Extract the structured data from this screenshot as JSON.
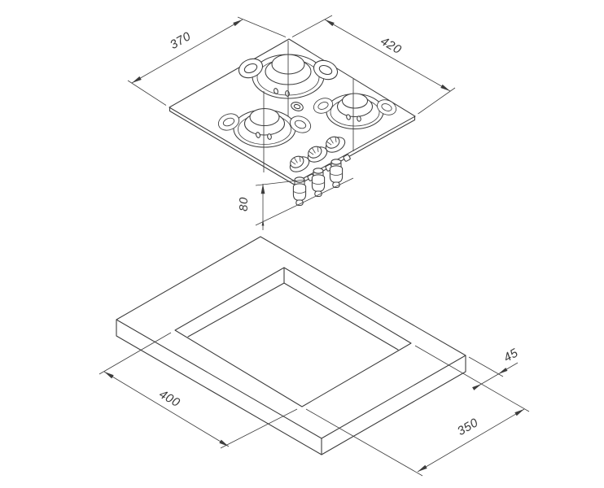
{
  "drawing": {
    "background": "#ffffff",
    "line_color": "#3c3c3c",
    "views": {
      "hob": {
        "name": "3-burner gas hob, isometric top view",
        "burner_count": 3,
        "knob_count": 3,
        "dims": {
          "left_edge": "370",
          "right_edge": "420",
          "underside_depth": "80"
        }
      },
      "worktop": {
        "name": "worktop cut-out, isometric view",
        "dims": {
          "cutout_left_edge": "400",
          "cutout_right_edge": "350",
          "edge_margin": "45"
        }
      }
    }
  }
}
